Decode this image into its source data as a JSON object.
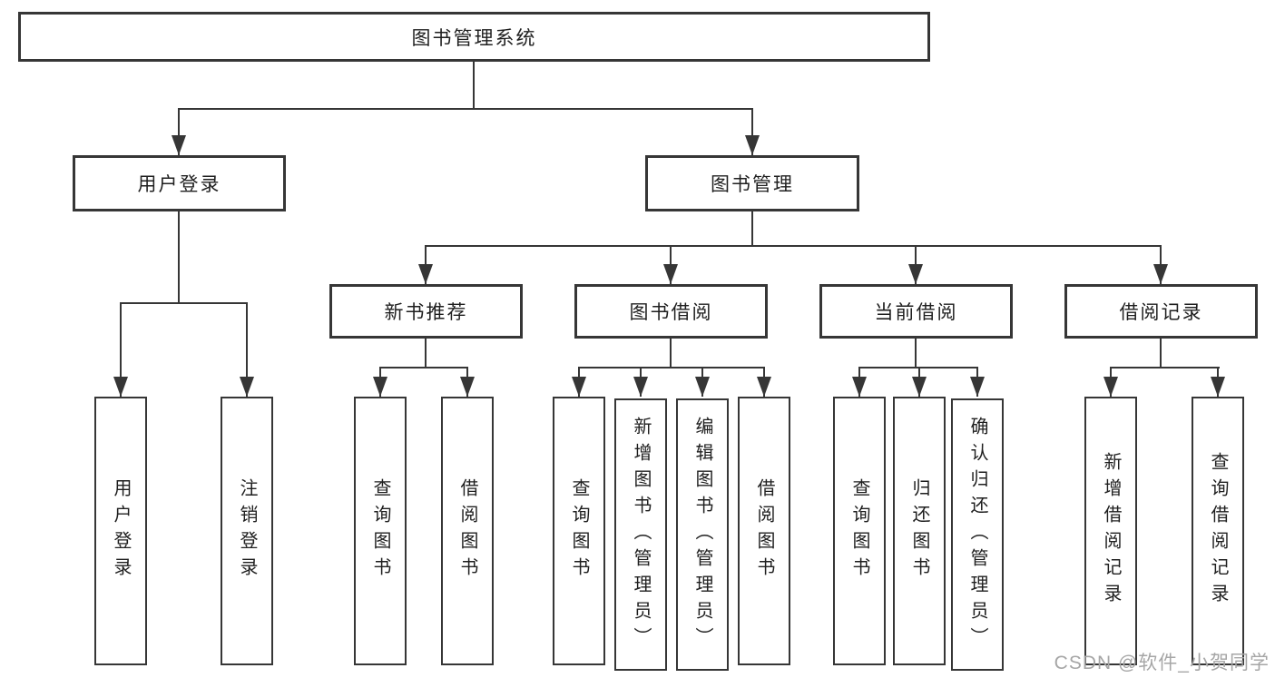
{
  "nodes": {
    "root": "图书管理系统",
    "user_login": "用户登录",
    "book_management": "图书管理",
    "new_book_recommend": "新书推荐",
    "book_borrowing": "图书借阅",
    "current_borrowing": "当前借阅",
    "borrowing_records": "借阅记录",
    "user_login_leaf": "用户登录",
    "logout": "注销登录",
    "query_books_a": "查询图书",
    "borrow_books_a": "借阅图书",
    "query_books_b": "查询图书",
    "add_book_admin": "新增图书（管理员）",
    "edit_book_admin": "编辑图书（管理员）",
    "borrow_books_b": "借阅图书",
    "query_books_c": "查询图书",
    "return_books": "归还图书",
    "confirm_return_admin": "确认归还（管理员）",
    "add_borrow_record": "新增借阅记录",
    "query_borrow_record": "查询借阅记录"
  },
  "watermark": "CSDN @软件_小贺同学",
  "colors": {
    "line": "#363636",
    "text": "#1f1f1f",
    "background": "#ffffff",
    "watermark": "#a6a6a6"
  }
}
